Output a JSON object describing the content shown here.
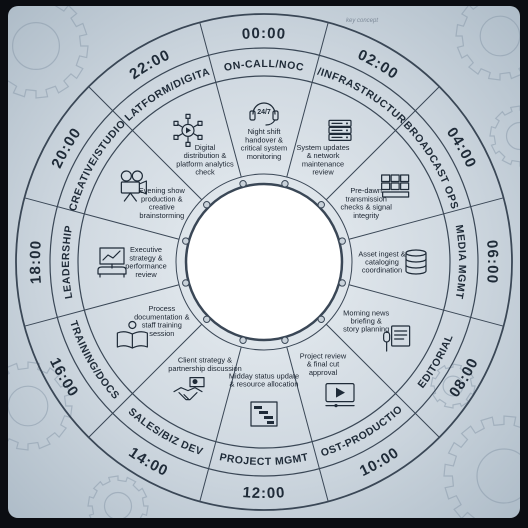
{
  "note": "key concept",
  "times": [
    "00:00",
    "02:00",
    "04:00",
    "06:00",
    "08:00",
    "10:00",
    "12:00",
    "14:00",
    "16:00",
    "18:00",
    "20:00",
    "22:00"
  ],
  "departments": [
    "ON-CALL/NOC",
    "IT/INFRASTRUCTURE",
    "BROADCAST OPS",
    "MEDIA MGMT",
    "EDITORIAL",
    "POST-PRODUCTION",
    "PROJECT MGMT",
    "SALES/BIZ DEV",
    "TRAINING/DOCS",
    "LEADERSHIP",
    "CREATIVE/STUDIO",
    "PLATFORM/DIGITAL"
  ],
  "activities": [
    {
      "lines": [
        "Night shift",
        "handover &",
        "critical system",
        "monitoring"
      ],
      "icon": "headset-24-7-icon",
      "badge": "24/7"
    },
    {
      "lines": [
        "System updates",
        "& network",
        "maintenance",
        "review"
      ],
      "icon": "server-rack-icon"
    },
    {
      "lines": [
        "Pre-dawn",
        "transmission",
        "checks & signal",
        "integrity"
      ],
      "icon": "monitor-wall-icon"
    },
    {
      "lines": [
        "Asset ingest &",
        "cataloging",
        "coordination"
      ],
      "icon": "database-icon"
    },
    {
      "lines": [
        "Morning news",
        "briefing &",
        "story planning"
      ],
      "icon": "microphone-newspaper-icon"
    },
    {
      "lines": [
        "Project review",
        "& final cut",
        "approval"
      ],
      "icon": "video-player-icon"
    },
    {
      "lines": [
        "Midday status update",
        "& resource allocation"
      ],
      "icon": "gantt-chart-icon"
    },
    {
      "lines": [
        "Client strategy &",
        "partnership discussion"
      ],
      "icon": "handshake-icon"
    },
    {
      "lines": [
        "Process",
        "documentation &",
        "staff training",
        "session"
      ],
      "icon": "book-lightbulb-icon"
    },
    {
      "lines": [
        "Executive",
        "strategy &",
        "performance",
        "review"
      ],
      "icon": "presentation-board-icon"
    },
    {
      "lines": [
        "Evening show",
        "production &",
        "creative",
        "brainstorming"
      ],
      "icon": "film-camera-icon"
    },
    {
      "lines": [
        "Digital",
        "distribution &",
        "platform analytics",
        "check"
      ],
      "icon": "play-network-icon"
    }
  ]
}
